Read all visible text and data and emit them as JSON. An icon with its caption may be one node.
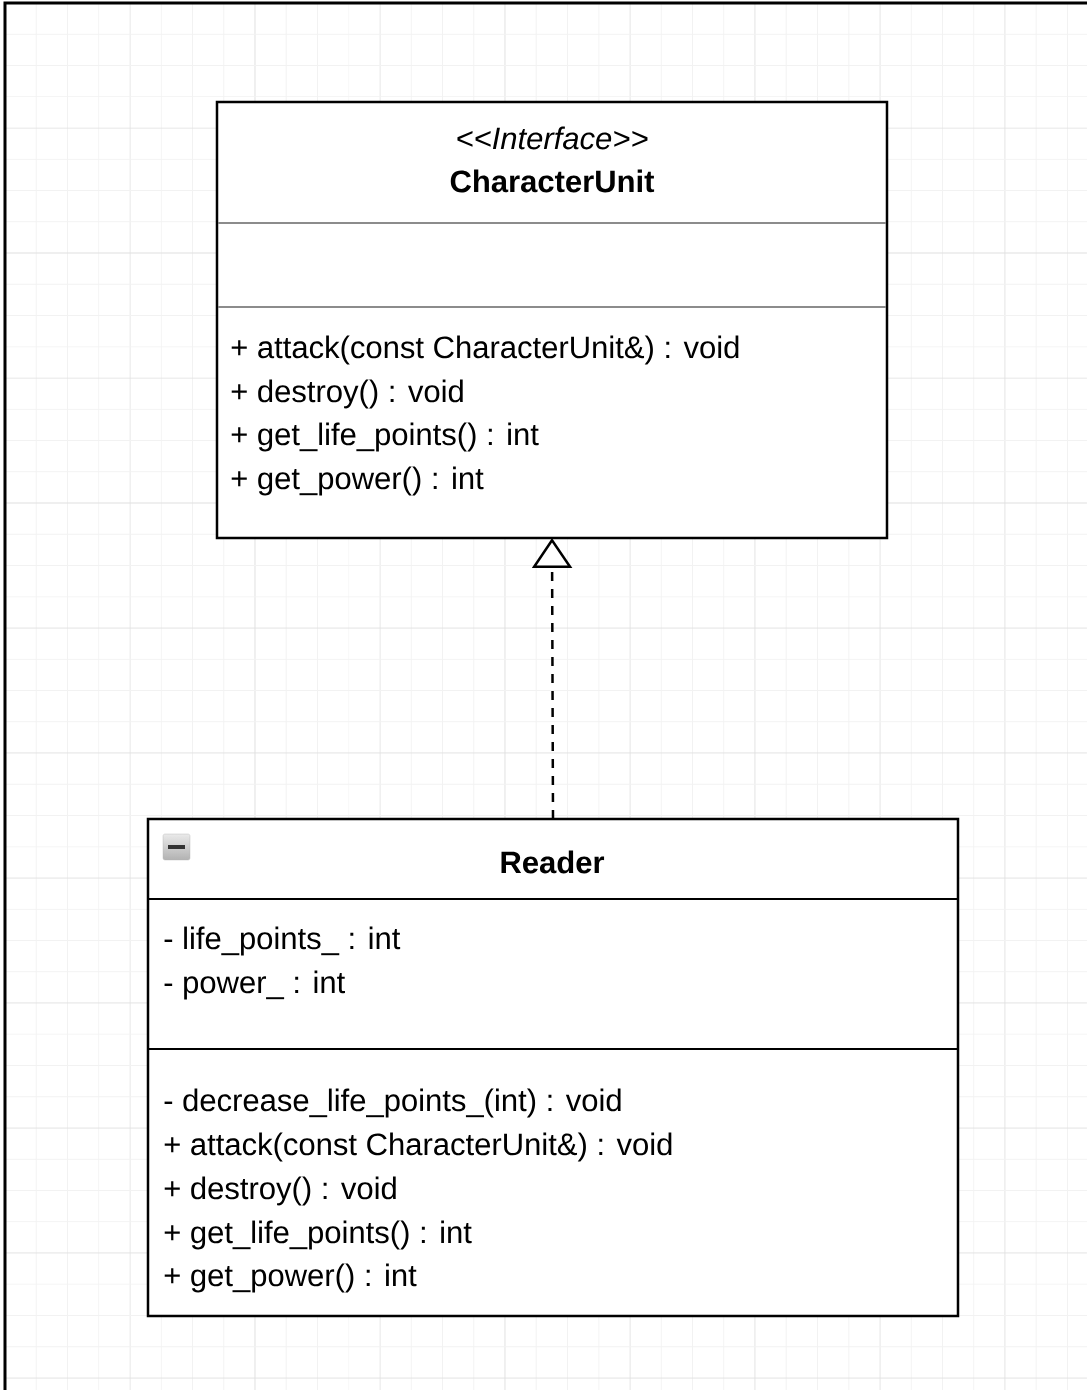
{
  "diagram": {
    "nodes": [
      {
        "text": [
          "<<Interface>>",
          "CharacterUnit",
          "+ attack(const CharacterUnit&) : void",
          "+ destroy() : void",
          "+ get_life_points() : int",
          "+ get_power() : int"
        ]
      },
      {
        "text": [
          "Reader",
          "- life_points_ : int",
          "- power_ : int",
          "- decrease_life_points_(int) : void",
          "+ attack(const CharacterUnit&) : void",
          "+ destroy() : void",
          "+ get_life_points() : int",
          "+ get_power() : int"
        ]
      }
    ],
    "edges": [
      {
        "from": 1,
        "to": 0,
        "arrow": "to",
        "style": "dashed"
      }
    ]
  }
}
